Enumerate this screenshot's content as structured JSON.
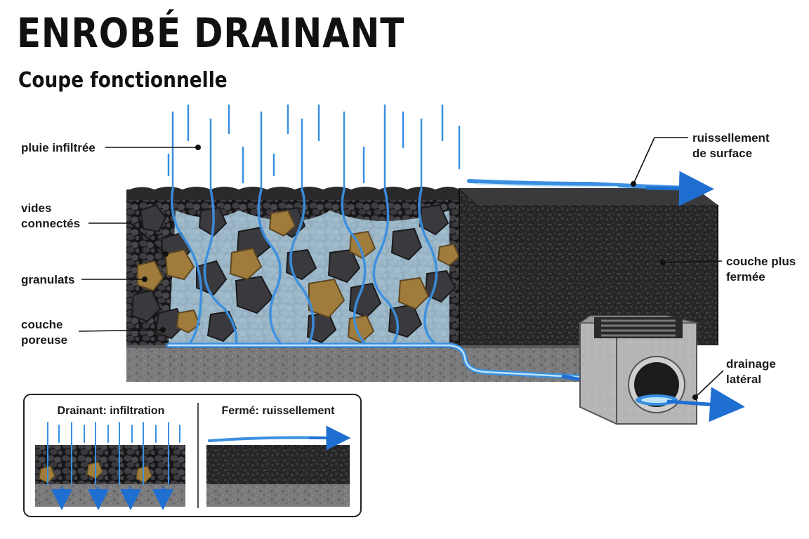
{
  "header": {
    "title": "ENROBÉ DRAINANT",
    "subtitle": "Coupe fonctionnelle"
  },
  "labels": {
    "rain": "pluie infiltrée",
    "voids_1": "vides",
    "voids_2": "connectés",
    "aggregates": "granulats",
    "porous_1": "couche",
    "porous_2": "poreuse",
    "runoff_1": "ruissellement",
    "runoff_2": "de surface",
    "closed_1": "couche plus",
    "closed_2": "fermée",
    "drain_1": "drainage",
    "drain_2": "latéral"
  },
  "inset": {
    "left_title": "Drainant: infiltration",
    "right_title": "Fermé: ruissellement"
  },
  "colors": {
    "water": "#3a8fe0",
    "water_light": "#bfe3f7",
    "arrow": "#1f6fd1",
    "asphalt": "#1e1e20",
    "aggregate": "#a07c3c",
    "base": "#7d7d7d",
    "concrete": "#b9b9b9"
  }
}
